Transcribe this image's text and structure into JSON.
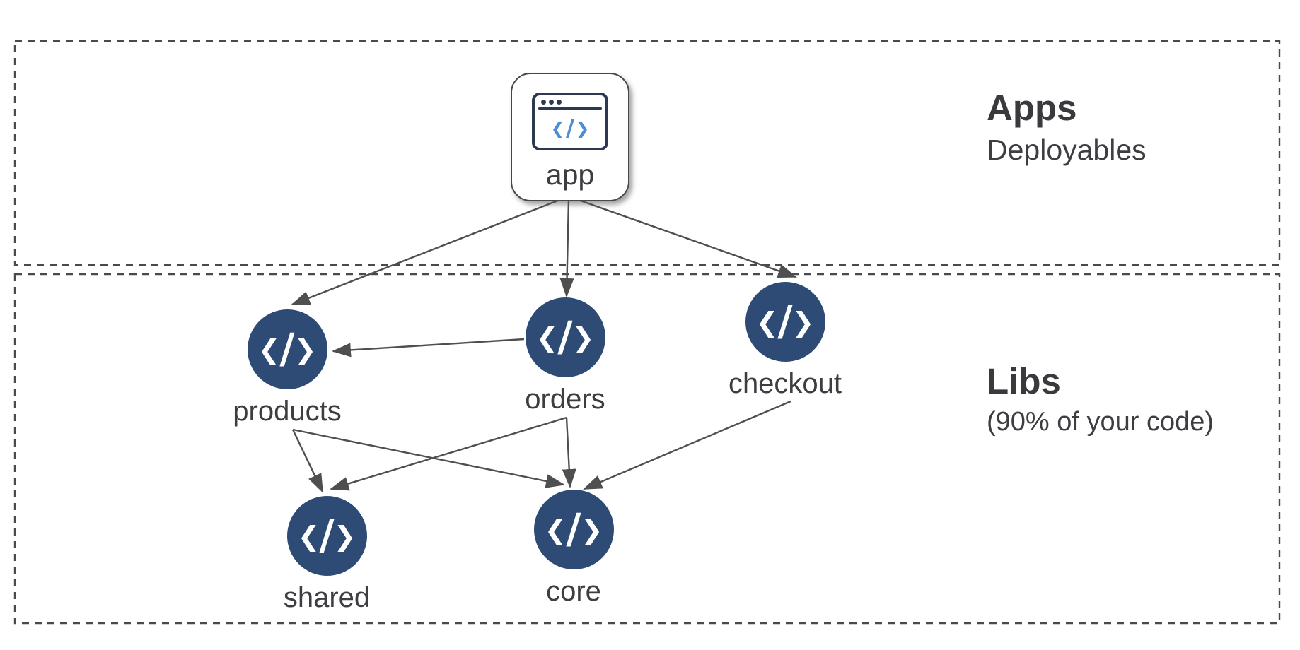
{
  "sections": [
    {
      "id": "apps",
      "title": "Apps",
      "subtitle": "Deployables"
    },
    {
      "id": "libs",
      "title": "Libs",
      "subtitle": "(90% of your code)"
    }
  ],
  "nodes": [
    {
      "id": "app",
      "label": "app",
      "type": "application",
      "section": "apps",
      "icon": "browser-window-code-icon"
    },
    {
      "id": "products",
      "label": "products",
      "type": "library",
      "section": "libs",
      "icon": "code-chevrons-icon"
    },
    {
      "id": "orders",
      "label": "orders",
      "type": "library",
      "section": "libs",
      "icon": "code-chevrons-icon"
    },
    {
      "id": "checkout",
      "label": "checkout",
      "type": "library",
      "section": "libs",
      "icon": "code-chevrons-icon"
    },
    {
      "id": "shared",
      "label": "shared",
      "type": "library",
      "section": "libs",
      "icon": "code-chevrons-icon"
    },
    {
      "id": "core",
      "label": "core",
      "type": "library",
      "section": "libs",
      "icon": "code-chevrons-icon"
    }
  ],
  "edges": [
    {
      "from": "app",
      "to": "products"
    },
    {
      "from": "app",
      "to": "orders"
    },
    {
      "from": "app",
      "to": "checkout"
    },
    {
      "from": "orders",
      "to": "products"
    },
    {
      "from": "products",
      "to": "shared"
    },
    {
      "from": "products",
      "to": "core"
    },
    {
      "from": "orders",
      "to": "shared"
    },
    {
      "from": "orders",
      "to": "core"
    },
    {
      "from": "checkout",
      "to": "core"
    }
  ],
  "colors": {
    "lib_node_fill": "#2d4b75",
    "edge_stroke": "#4f4f4f",
    "dashed_border": "#4a4a4a",
    "text": "#3d3d42",
    "app_icon_border": "#2c3950",
    "app_icon_code_blue": "#4a8fd4"
  },
  "icons": {
    "chevron_left": "❮",
    "slash": "/",
    "chevron_right": "❯"
  }
}
